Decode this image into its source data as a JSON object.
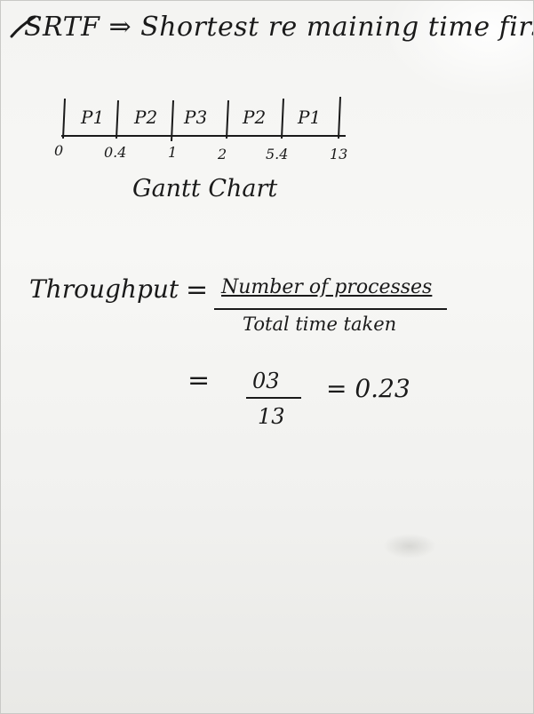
{
  "heading": {
    "text": "SRTF ⇒ Shortest re maining time first"
  },
  "gantt": {
    "processes": [
      "P1",
      "P2",
      "P3",
      "P2",
      "P1"
    ],
    "times": [
      "0",
      "0.4",
      "1",
      "2",
      "5.4",
      "13"
    ],
    "caption": "Gantt Chart"
  },
  "throughput": {
    "label": "Throughput",
    "equals": "=",
    "numerator": "Number of processes",
    "denominator": "Total time taken"
  },
  "result": {
    "equals": "=",
    "numerator": "03",
    "denominator": "13",
    "value": "= 0.23"
  },
  "colors": {
    "ink": "#1a1a1a",
    "board": "#f4f4f2"
  }
}
